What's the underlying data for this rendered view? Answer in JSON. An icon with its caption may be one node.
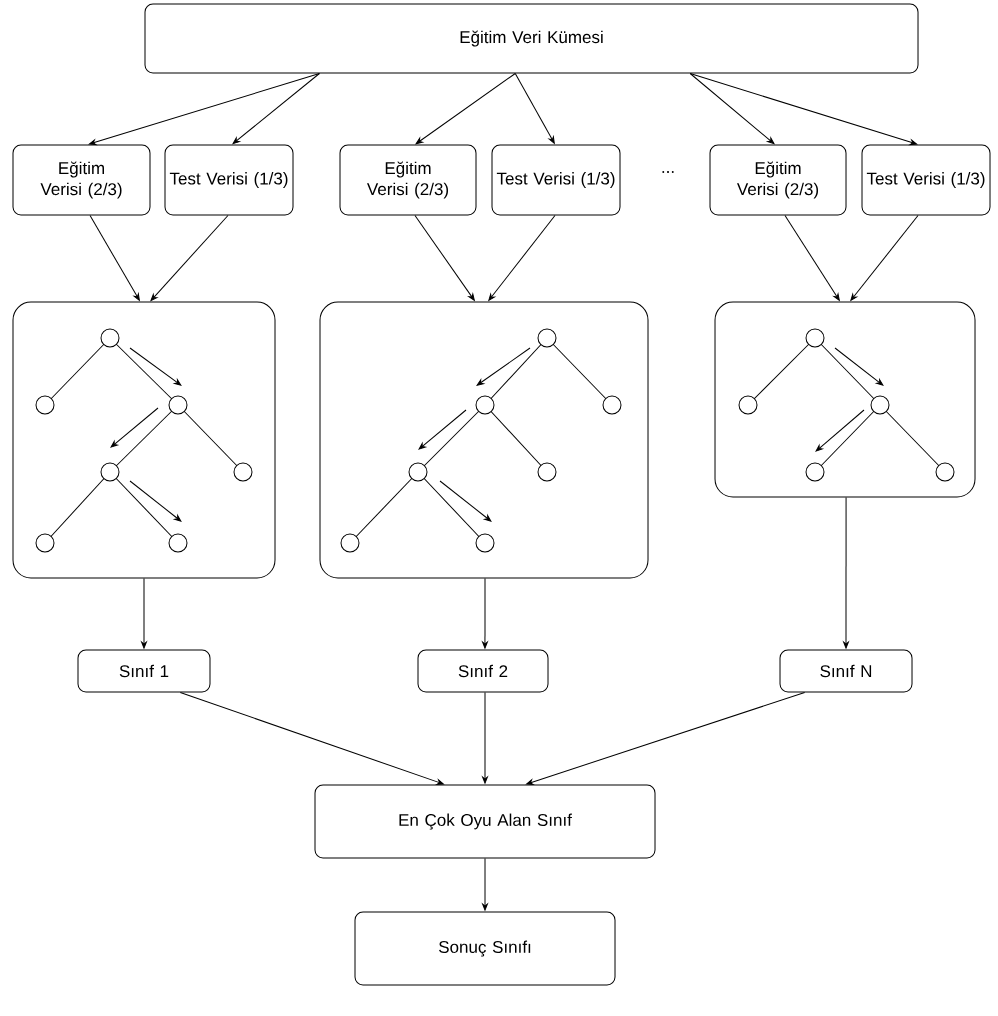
{
  "diagram": {
    "nodes": [
      {
        "text": [
          "Eğitim Veri Kümesi"
        ]
      },
      {
        "text": [
          "Eğitim Verisi (2/3)"
        ]
      },
      {
        "text": [
          "Test Verisi (1/3)"
        ]
      },
      {
        "text": [
          "Eğitim Verisi (2/3)"
        ]
      },
      {
        "text": [
          "Test Verisi (1/3)"
        ]
      },
      {
        "text": [
          "Eğitim Verisi (2/3)"
        ]
      },
      {
        "text": [
          "Test Verisi (1/3)"
        ]
      },
      {
        "text": [],
        "shape": "box"
      },
      {
        "text": [],
        "shape": "box"
      },
      {
        "text": [],
        "shape": "box"
      },
      {
        "text": [
          "Sınıf 1"
        ]
      },
      {
        "text": [
          "Sınıf 2"
        ]
      },
      {
        "text": [
          "Sınıf N"
        ]
      },
      {
        "text": [
          "En Çok Oyu Alan Sınıf"
        ]
      },
      {
        "text": [
          "Sonuç Sınıfı"
        ]
      }
    ],
    "edges": [
      {
        "from": 0,
        "to": 1,
        "arrow": "to"
      },
      {
        "from": 0,
        "to": 2,
        "arrow": "to"
      },
      {
        "from": 0,
        "to": 3,
        "arrow": "to"
      },
      {
        "from": 0,
        "to": 4,
        "arrow": "to"
      },
      {
        "from": 0,
        "to": 5,
        "arrow": "to"
      },
      {
        "from": 0,
        "to": 6,
        "arrow": "to"
      },
      {
        "from": 1,
        "to": 7,
        "arrow": "to"
      },
      {
        "from": 2,
        "to": 7,
        "arrow": "to"
      },
      {
        "from": 3,
        "to": 8,
        "arrow": "to"
      },
      {
        "from": 4,
        "to": 8,
        "arrow": "to"
      },
      {
        "from": 5,
        "to": 9,
        "arrow": "to"
      },
      {
        "from": 6,
        "to": 9,
        "arrow": "to"
      },
      {
        "from": 7,
        "to": 10,
        "arrow": "to"
      },
      {
        "from": 8,
        "to": 11,
        "arrow": "to"
      },
      {
        "from": 9,
        "to": 12,
        "arrow": "to"
      },
      {
        "from": 10,
        "to": 13,
        "arrow": "to"
      },
      {
        "from": 11,
        "to": 13,
        "arrow": "to"
      },
      {
        "from": 12,
        "to": 13,
        "arrow": "to"
      },
      {
        "from": 13,
        "to": 14,
        "arrow": "to"
      }
    ],
    "labels": [
      "..."
    ]
  }
}
